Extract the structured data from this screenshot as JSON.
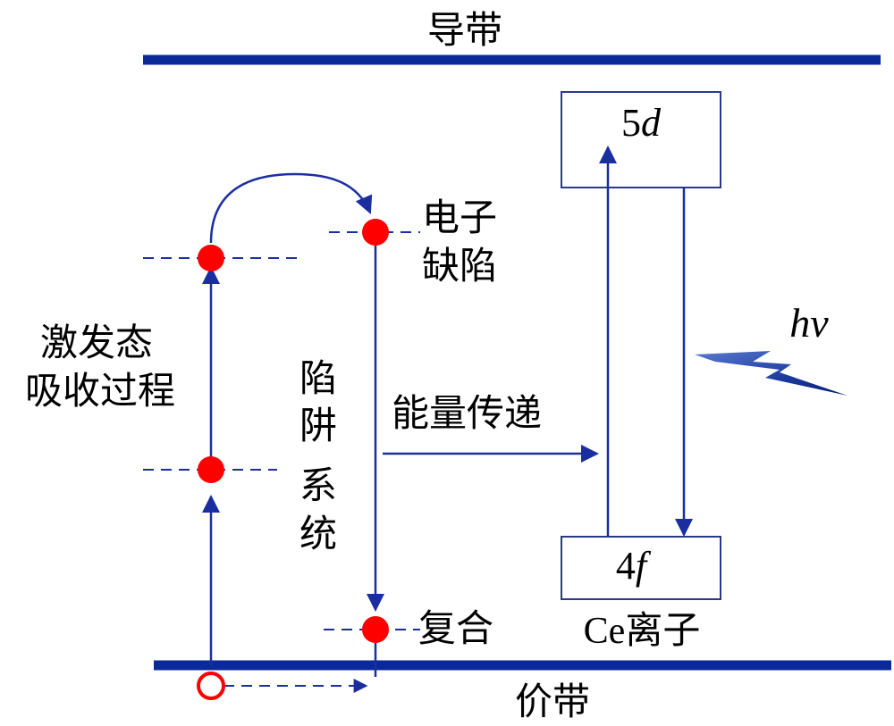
{
  "labels": {
    "conduction_band": "导带",
    "valence_band": "价带",
    "electron_defect_line1": "电子",
    "electron_defect_line2": "缺陷",
    "excitation_line1": "激发态",
    "excitation_line2": "吸收过程",
    "trap_system_chars": [
      "陷",
      "阱",
      "系",
      "统"
    ],
    "energy_transfer": "能量传递",
    "recombination": "复合",
    "level_5d_num": "5",
    "level_5d_sym": "d",
    "level_4f_num": "4",
    "level_4f_sym": "f",
    "ce_ion": "Ce离子",
    "photon": "hν"
  },
  "colors": {
    "band": "#0a2a9a",
    "line": "#1a2ea0",
    "electron": "#ff0000",
    "hole": "#ff0000",
    "box_border": "#2a3a8a"
  }
}
